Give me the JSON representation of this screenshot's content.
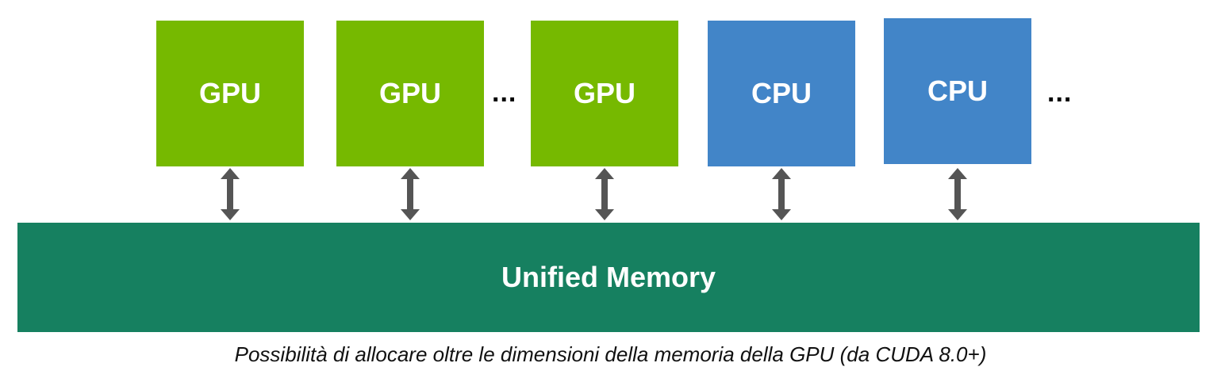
{
  "units": [
    {
      "label": "GPU",
      "kind": "gpu"
    },
    {
      "label": "GPU",
      "kind": "gpu"
    },
    {
      "label": "GPU",
      "kind": "gpu"
    },
    {
      "label": "CPU",
      "kind": "cpu"
    },
    {
      "label": "CPU",
      "kind": "cpu"
    }
  ],
  "ellipsis": [
    "...",
    "..."
  ],
  "memory_label": "Unified Memory",
  "caption": "Possibilità di allocare oltre le dimensioni della memoria della GPU (da CUDA 8.0+)",
  "colors": {
    "gpu": "#76b900",
    "cpu": "#4285c8",
    "memory": "#168060",
    "arrow": "#555555"
  }
}
